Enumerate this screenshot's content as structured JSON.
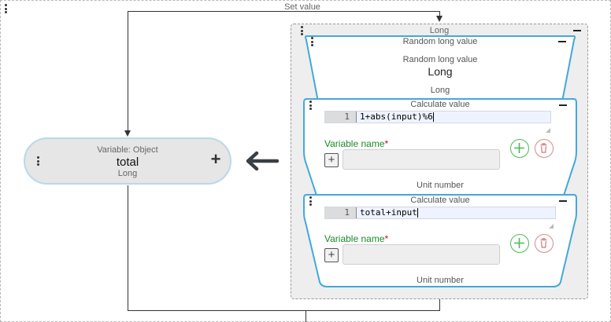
{
  "set_value": {
    "title": "Set value"
  },
  "variable": {
    "caption": "Variable: Object",
    "name": "total",
    "type": "Long"
  },
  "long_block": {
    "title": "Long",
    "random": {
      "title": "Random long value",
      "subtitle": "Random long value",
      "type": "Long",
      "footer": "Long"
    },
    "calc1": {
      "title": "Calculate value",
      "line_number": "1",
      "code": "1+abs(input)%6",
      "var_label": "Variable name",
      "required_mark": "*",
      "var_value": "",
      "footer": "Unit number"
    },
    "calc2": {
      "title": "Calculate value",
      "line_number": "1",
      "code": "total+input",
      "var_label": "Variable name",
      "required_mark": "*",
      "var_value": "",
      "footer": "Unit number"
    }
  },
  "colors": {
    "node_border": "#44a8d8",
    "add_green": "#4cba52",
    "delete_red": "#d98a8a",
    "label_green": "#1b8a2a"
  },
  "icons": [
    "drag-handle-icon",
    "plus-icon",
    "arrow-left-icon",
    "minimize-icon",
    "add-circle-icon",
    "trash-icon",
    "expand-icon",
    "resize-handle-icon"
  ]
}
